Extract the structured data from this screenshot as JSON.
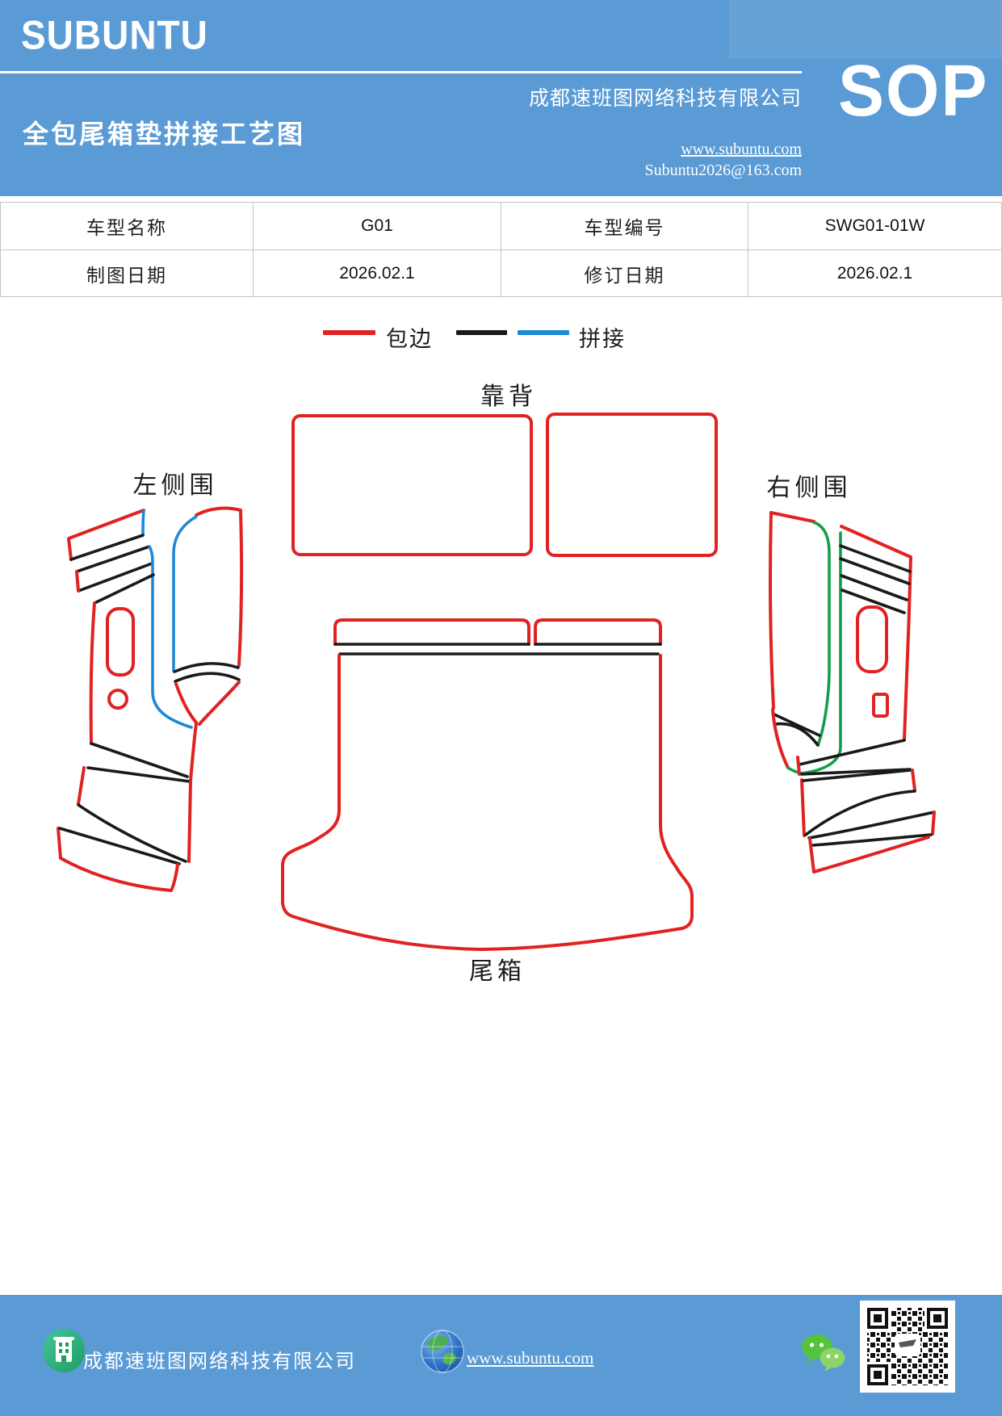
{
  "header": {
    "brand": "SUBUNTU",
    "company": "成都速班图网络科技有限公司",
    "title": "全包尾箱垫拼接工艺图",
    "website": "www.subuntu.com",
    "email": "Subuntu2026@163.com",
    "sop": "SOP"
  },
  "info_table": {
    "rows": [
      [
        {
          "label": "车型名称",
          "value": "G01"
        },
        {
          "label": "车型编号",
          "value": "SWG01-01W"
        }
      ],
      [
        {
          "label": "制图日期",
          "value": "2026.02.1"
        },
        {
          "label": "修订日期",
          "value": "2026.02.1"
        }
      ]
    ]
  },
  "legend": {
    "edge_label": "包边",
    "splice_label": "拼接"
  },
  "diagram": {
    "labels": {
      "backrest": "靠背",
      "left_side": "左侧围",
      "right_side": "右侧围",
      "trunk": "尾箱"
    }
  },
  "footer": {
    "company": "成都速班图网络科技有限公司",
    "website": "www.subuntu.com",
    "icons": [
      "building-icon",
      "globe-icon",
      "wechat-icon",
      "qr-code"
    ]
  },
  "colors": {
    "header_blue": "#5B9BD5",
    "edge_red": "#E02222",
    "splice_black": "#1A1A1A",
    "splice_blue": "#1E88D8",
    "splice_green": "#149E4C"
  }
}
